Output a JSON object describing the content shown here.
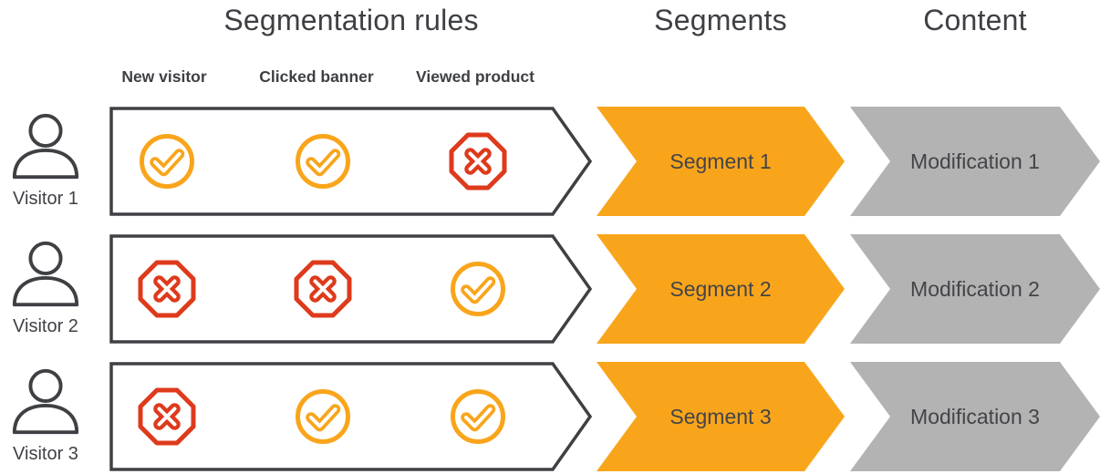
{
  "headers": {
    "segmentation_rules": "Segmentation rules",
    "segments": "Segments",
    "content": "Content"
  },
  "rule_columns": [
    "New visitor",
    "Clicked banner",
    "Viewed product"
  ],
  "rows": [
    {
      "visitor": "Visitor 1",
      "rules": [
        "check",
        "check",
        "cross"
      ],
      "segment": "Segment 1",
      "modification": "Modification 1"
    },
    {
      "visitor": "Visitor 2",
      "rules": [
        "cross",
        "cross",
        "check"
      ],
      "segment": "Segment 2",
      "modification": "Modification 2"
    },
    {
      "visitor": "Visitor 3",
      "rules": [
        "cross",
        "check",
        "check"
      ],
      "segment": "Segment 3",
      "modification": "Modification 3"
    }
  ],
  "icons": {
    "check": "check-circle-icon",
    "cross": "cross-octagon-icon",
    "visitor": "person-icon"
  },
  "colors": {
    "dark": "#3E4044",
    "orange": "#F9A51B",
    "red": "#DE3A1C",
    "gray": "#B3B3B3",
    "label_text": "#434448"
  }
}
